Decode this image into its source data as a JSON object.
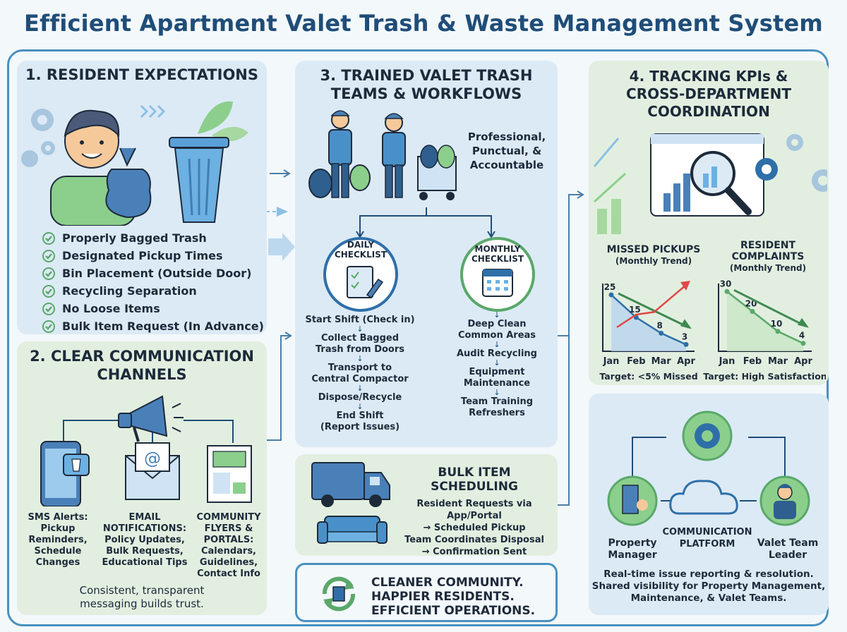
{
  "title": "Efficient Apartment Valet Trash & Waste Management System",
  "colors": {
    "navy": "#1f4d78",
    "blue_panel": "#dceaf6",
    "green_panel": "#e2efe0",
    "accent_green": "#5aa86a",
    "accent_red": "#e04848"
  },
  "section1": {
    "heading": "1. RESIDENT EXPECTATIONS",
    "items": [
      "Properly Bagged Trash",
      "Designated Pickup Times",
      "Bin Placement (Outside Door)",
      "Recycling Separation",
      "No Loose Items",
      "Bulk Item Request (In Advance)"
    ]
  },
  "section2": {
    "heading_line1": "2. CLEAR COMMUNICATION",
    "heading_line2": "CHANNELS",
    "channels": [
      {
        "lines": [
          "SMS Alerts:",
          "Pickup",
          "Reminders,",
          "Schedule",
          "Changes"
        ],
        "icon": "phone-icon"
      },
      {
        "lines": [
          "EMAIL",
          "NOTIFICATIONS:",
          "Policy Updates,",
          "Bulk Requests,",
          "Educational Tips"
        ],
        "icon": "email-icon"
      },
      {
        "lines": [
          "COMMUNITY",
          "FLYERS &",
          "PORTALS:",
          "Calendars,",
          "Guidelines,",
          "Contact Info"
        ],
        "icon": "flyer-icon"
      }
    ],
    "footer_line1": "Consistent, transparent",
    "footer_line2": "messaging builds trust."
  },
  "section3": {
    "heading_line1": "3. TRAINED VALET TRASH",
    "heading_line2": "TEAMS & WORKFLOWS",
    "tagline": [
      "Professional,",
      "Punctual, &",
      "Accountable"
    ],
    "daily_label": [
      "DAILY",
      "CHECKLIST"
    ],
    "monthly_label": [
      "MONTHLY",
      "CHECKLIST"
    ],
    "daily_steps": [
      [
        "Start Shift (Check in)"
      ],
      [
        "Collect Bagged",
        "Trash from Doors"
      ],
      [
        "Transport to",
        "Central Compactor"
      ],
      [
        "Dispose/Recycle"
      ],
      [
        "End Shift",
        "(Report Issues)"
      ]
    ],
    "monthly_steps": [
      [
        "Deep Clean",
        "Common Areas"
      ],
      [
        "Audit Recycling"
      ],
      [
        "Equipment",
        "Maintenance"
      ],
      [
        "Team Training",
        "Refreshers"
      ]
    ]
  },
  "bulk": {
    "heading_line1": "BULK ITEM",
    "heading_line2": "SCHEDULING",
    "lines": [
      "Resident Requests via App/Portal",
      "→ Scheduled Pickup",
      "Team Coordinates Disposal",
      "→ Confirmation Sent"
    ]
  },
  "section4": {
    "heading_line1": "4. TRACKING KPIs &",
    "heading_line2": "CROSS-DEPARTMENT",
    "heading_line3": "COORDINATION"
  },
  "chart_data": [
    {
      "type": "line",
      "title": "MISSED PICKUPS",
      "subtitle": "(Monthly Trend)",
      "categories": [
        "Jan",
        "Feb",
        "Mar",
        "Apr"
      ],
      "values": [
        25,
        15,
        8,
        3
      ],
      "data_labels": [
        "25",
        "15",
        "8",
        "3"
      ],
      "ylim": [
        0,
        30
      ],
      "footer": "Target: <5% Missed"
    },
    {
      "type": "line",
      "title": "RESIDENT COMPLAINTS",
      "subtitle": "(Monthly Trend)",
      "categories": [
        "Jan",
        "Feb",
        "Mar",
        "Apr"
      ],
      "values": [
        30,
        20,
        10,
        4
      ],
      "data_labels": [
        "30",
        "20",
        "10",
        "4"
      ],
      "ylim": [
        0,
        34
      ],
      "footer": "Target: High Satisfaction"
    }
  ],
  "coordination": {
    "left_label": [
      "Property",
      "Manager"
    ],
    "center_label": [
      "COMMUNICATION",
      "PLATFORM"
    ],
    "right_label": [
      "Valet Team",
      "Leader"
    ],
    "footer": [
      "Real-time issue reporting & resolution.",
      "Shared visibility for Property Management,",
      "Maintenance, & Valet Teams."
    ]
  },
  "banner": [
    "CLEANER COMMUNITY.",
    "HAPPIER RESIDENTS.",
    "EFFICIENT OPERATIONS."
  ]
}
